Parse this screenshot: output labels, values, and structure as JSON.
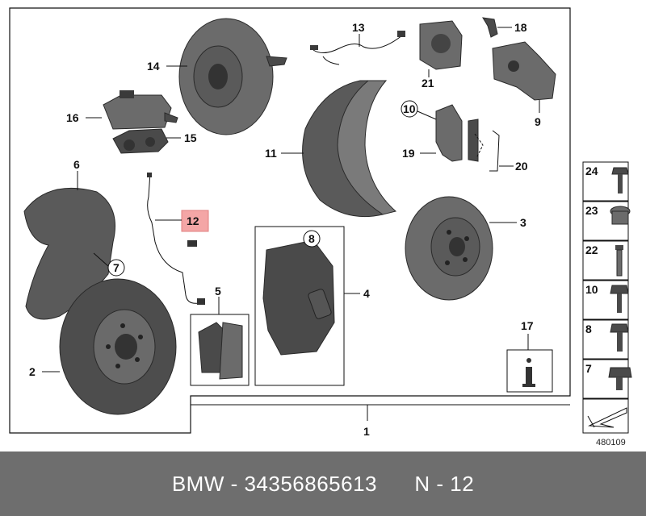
{
  "callouts": {
    "p1": "1",
    "p2": "2",
    "p3": "3",
    "p4": "4",
    "p5": "5",
    "p6": "6",
    "p7": "7",
    "p8": "8",
    "p9": "9",
    "p10": "10",
    "p11": "11",
    "p12": "12",
    "p13": "13",
    "p14": "14",
    "p15": "15",
    "p16": "16",
    "p17": "17",
    "p18": "18",
    "p19": "19",
    "p20": "20",
    "p21": "21"
  },
  "sidebar": {
    "items": [
      "24",
      "23",
      "22",
      "10",
      "8",
      "7"
    ]
  },
  "reference_number": "480109",
  "footer": {
    "text": "BMW - 34356865613      N - 12"
  },
  "colors": {
    "highlight": "#f4a6a6",
    "footer_bg": "#6e6e6e",
    "part_fill": "#4a4a4a"
  }
}
